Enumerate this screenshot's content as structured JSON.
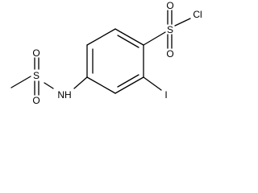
{
  "molecule": {
    "atoms": {
      "s_sulfonyl_chloride": "S",
      "o_top": "O",
      "o_bottom": "O",
      "chlorine": "Cl",
      "iodine": "I",
      "nitrogen": "NH",
      "s_sulfonamide": "S",
      "o_left_top": "O",
      "o_left_bottom": "O"
    }
  }
}
